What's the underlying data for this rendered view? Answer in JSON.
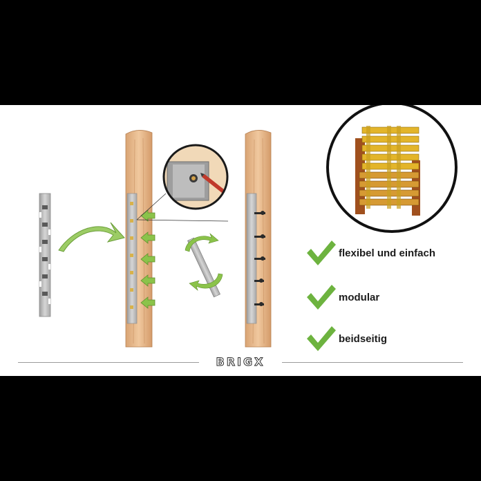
{
  "features": [
    {
      "label": "flexibel und einfach",
      "icon": "checkmark-icon"
    },
    {
      "label": "modular",
      "icon": "checkmark-icon"
    },
    {
      "label": "beidseitig",
      "icon": "checkmark-icon"
    }
  ],
  "brand": {
    "logo_text": "BRIGX"
  },
  "colors": {
    "check_green": "#6db33f",
    "arrow_green": "#7cb342",
    "wood": "#e8b98c",
    "rail": "#bdbdbd",
    "slat_yellow": "#e6c21d",
    "background": "#ffffff",
    "frame": "#000000"
  }
}
